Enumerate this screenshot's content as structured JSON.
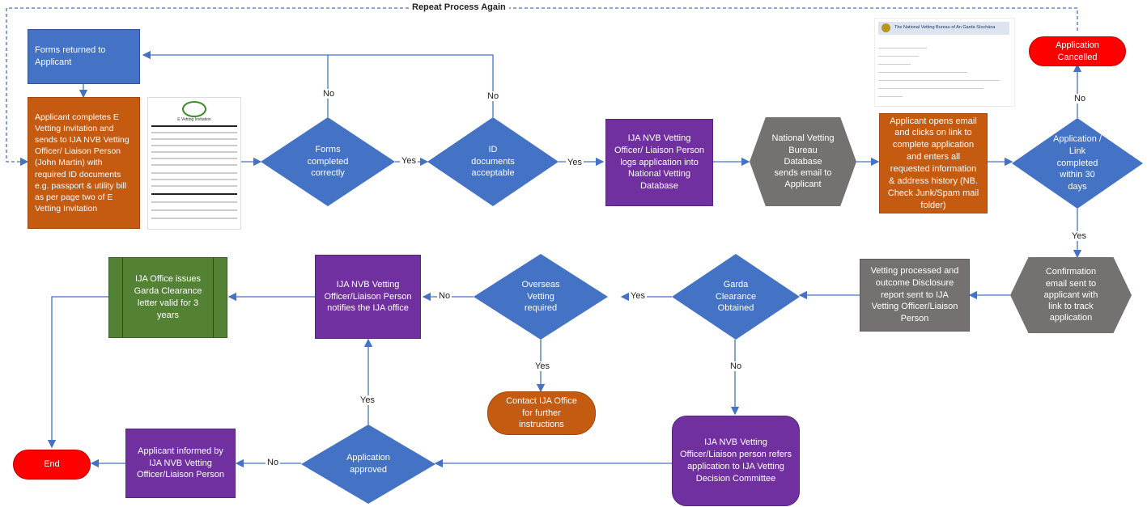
{
  "repeat_label": "Repeat Process Again",
  "nodes": {
    "forms_returned": "Forms returned to Applicant",
    "applicant_completes": "Applicant completes E Vetting Invitation and sends to IJA NVB Vetting Officer/ Liaison Person (John Martin) with required ID documents e.g. passport & utility bill as per page two of E Vetting Invitation",
    "forms_completed": "Forms completed correctly",
    "id_documents": "ID documents acceptable",
    "logs_application": "IJA NVB Vetting Officer/ Liaison Person logs application into National Vetting Database",
    "nvb_sends_email": "National Vetting Bureau Database sends email to Applicant",
    "applicant_opens_email": "Applicant opens email and clicks on link to complete application and enters all requested information & address history (NB. Check Junk/Spam mail folder)",
    "application_link_completed": "Application / Link completed within 30 days",
    "application_cancelled": "Application Cancelled",
    "confirmation_email": "Confirmation email sent to applicant with link to track application",
    "vetting_processed": "Vetting processed and outcome Disclosure report sent to IJA Vetting Officer/Liaison Person",
    "garda_clearance": "Garda Clearance Obtained",
    "overseas_vetting": "Overseas Vetting required",
    "notifies_office": "IJA NVB Vetting Officer/Liaison Person notifies the IJA office",
    "office_issues": "IJA Office issues Garda Clearance letter valid for 3 years",
    "contact_office": "Contact IJA Office for further instructions",
    "refers_committee": "IJA NVB Vetting Officer/Liaison person refers application to IJA Vetting Decision Committee",
    "application_approved": "Application approved",
    "applicant_informed": "Applicant informed by IJA NVB Vetting Officer/Liaison Person",
    "end": "End"
  },
  "edge_labels": {
    "yes": "Yes",
    "no": "No"
  },
  "thumbnails": {
    "form_title": "E Vetting Invitation",
    "email_header": "The National Vetting Bureau of An Garda Síochána"
  },
  "colors": {
    "blue": "#4472c4",
    "orange": "#c55a11",
    "purple": "#7030a0",
    "grey": "#767171",
    "green": "#548235",
    "red": "#ff0000",
    "line": "#4472c4"
  }
}
